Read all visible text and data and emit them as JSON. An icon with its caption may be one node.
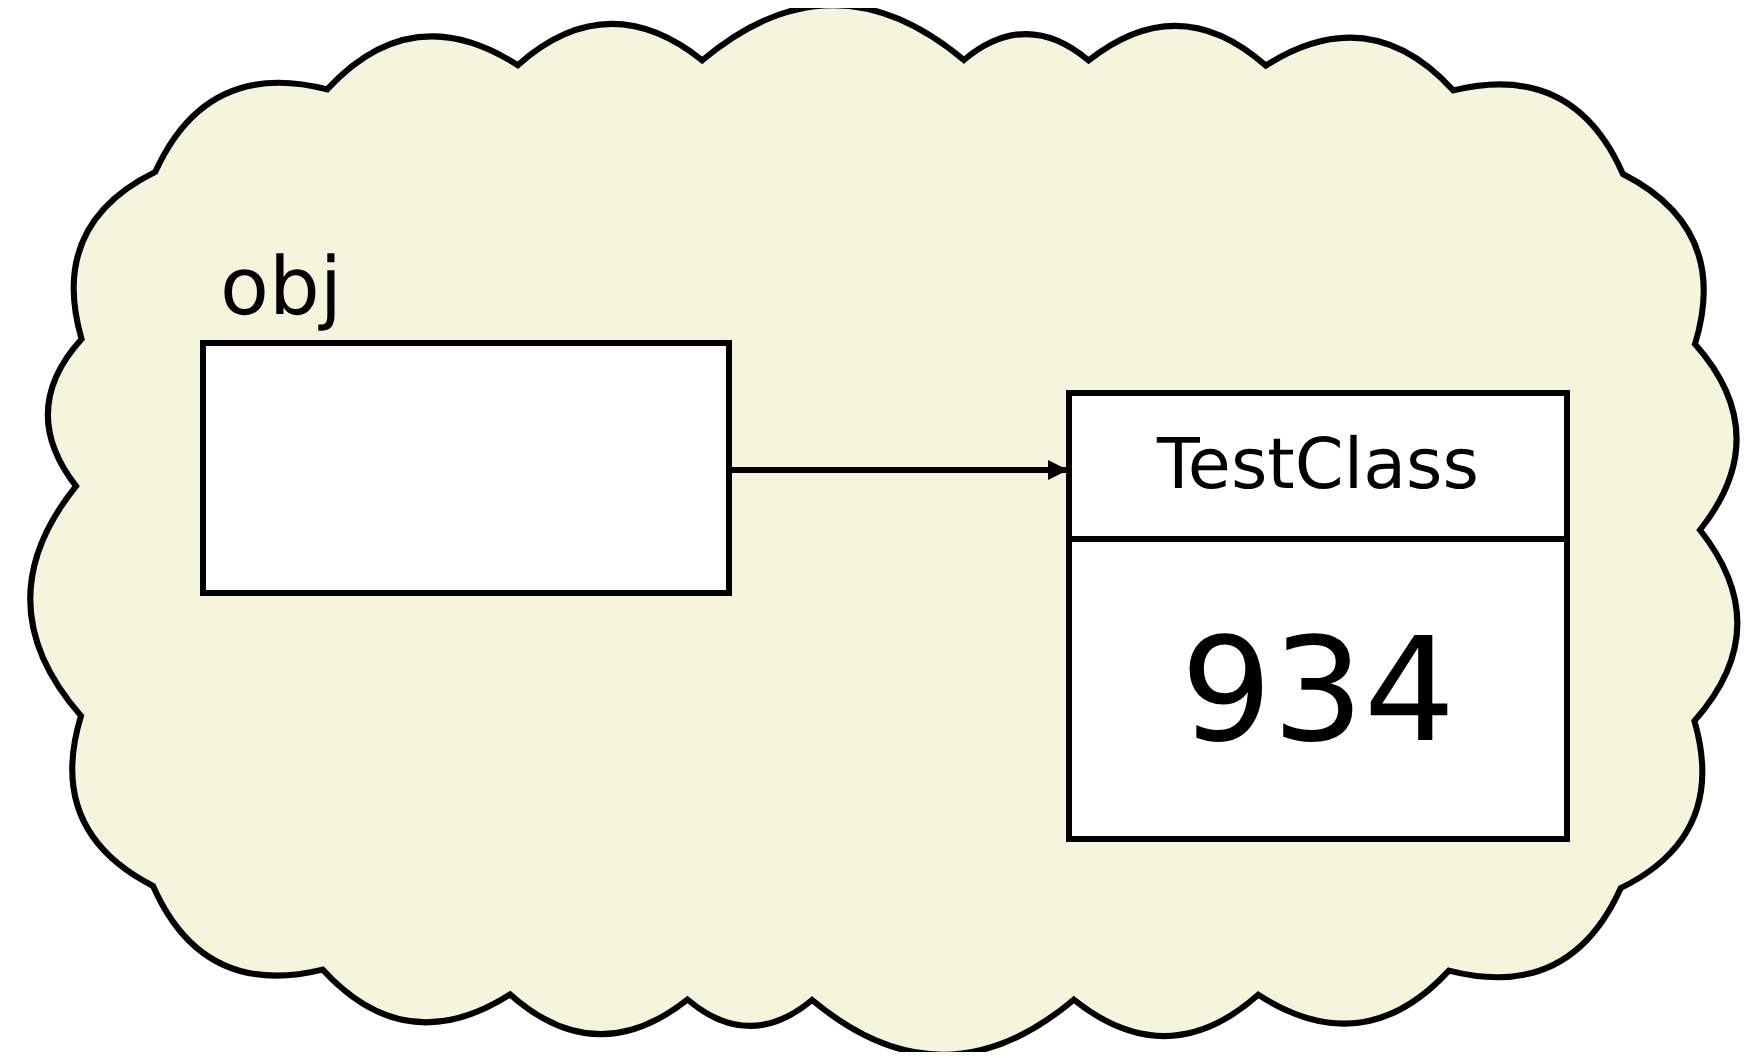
{
  "diagram": {
    "nodes": [
      {
        "text": [],
        "shape": "cloud"
      },
      {
        "text": [
          "obj"
        ],
        "in": 0
      },
      {
        "text": [
          "TestClass",
          "934"
        ],
        "in": 0
      }
    ],
    "edges": [
      {
        "from": 1,
        "to": 2,
        "arrow": "to"
      }
    ]
  }
}
